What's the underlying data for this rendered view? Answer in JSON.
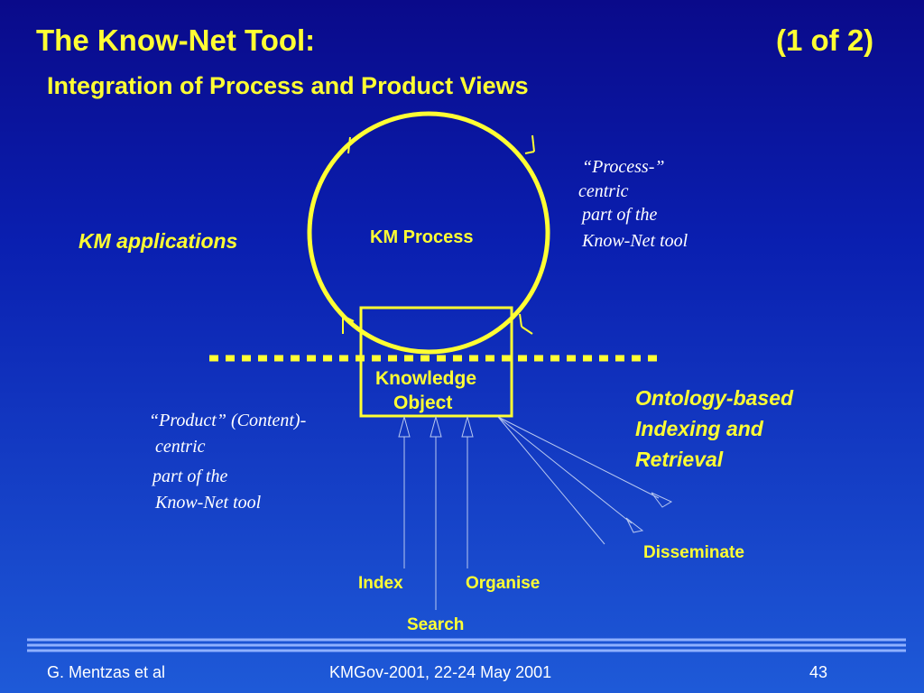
{
  "header": {
    "title": "The Know-Net Tool:",
    "page_of": "(1 of 2)",
    "subtitle": "Integration of Process and Product Views"
  },
  "diagram": {
    "km_applications": "KM applications",
    "km_process": "KM Process",
    "knowledge_object_line1": "Knowledge",
    "knowledge_object_line2": "Object",
    "process_note": [
      "“Process-”",
      "centric",
      "part of the",
      "Know-Net tool"
    ],
    "product_note": [
      "“Product” (Content)-",
      "centric",
      "part of the",
      "Know-Net tool"
    ],
    "ontology_note": [
      "Ontology-based",
      "Indexing and",
      "Retrieval"
    ],
    "actions": {
      "index": "Index",
      "organise": "Organise",
      "search": "Search",
      "disseminate": "Disseminate"
    }
  },
  "footer": {
    "author": "G. Mentzas et al",
    "event": "KMGov-2001, 22-24 May 2001",
    "slide_number": "43"
  },
  "colors": {
    "accent": "#ffff33",
    "text": "#ffffff",
    "background_top": "#0a0a8a",
    "background_bottom": "#1e5ad8"
  }
}
